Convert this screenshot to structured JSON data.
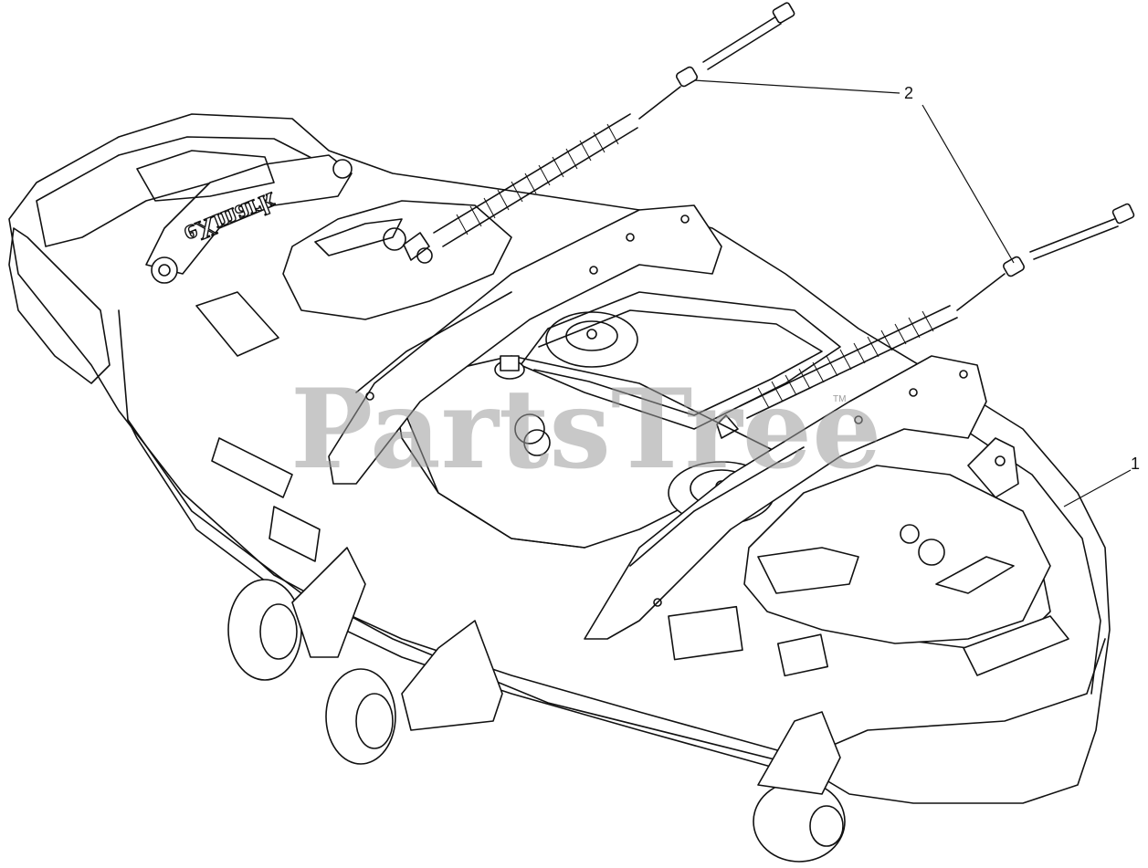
{
  "callouts": [
    {
      "label": "1",
      "part": "deck"
    },
    {
      "label": "2",
      "part": "spring-bolt-spacer"
    }
  ],
  "watermark": {
    "text": "PartsTree",
    "trademark": "TM"
  },
  "deck_logo": {
    "text": "eXmark"
  },
  "colors": {
    "line": "#111111",
    "background": "#ffffff",
    "watermark": "#9a9a9a"
  }
}
